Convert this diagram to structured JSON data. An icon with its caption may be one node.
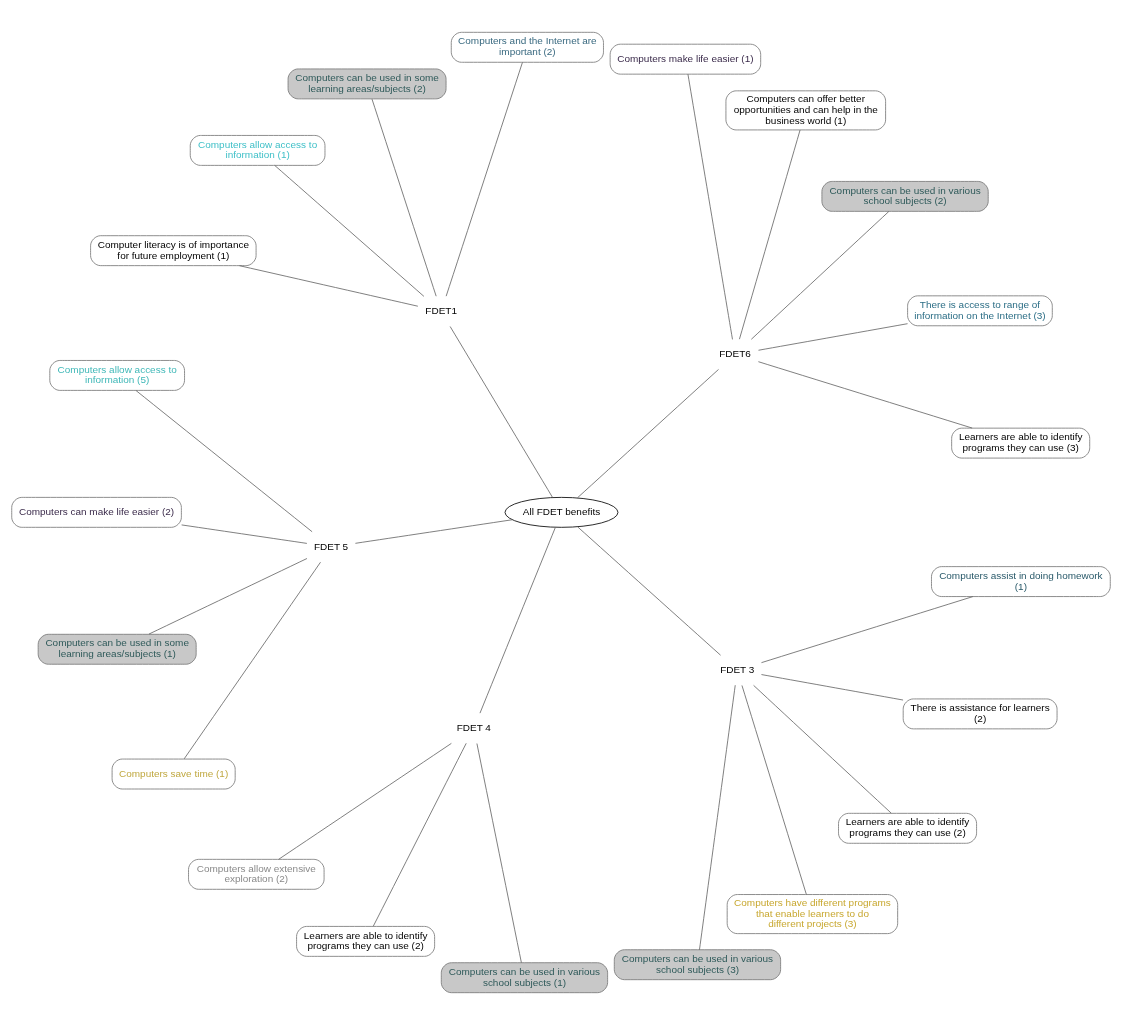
{
  "diagram": {
    "nodes": [
      {
        "text": [
          "All FDET benefits"
        ]
      },
      {
        "text": [
          "FDET6"
        ]
      },
      {
        "text": [
          "Learners are able to identify programs they can use (3)"
        ]
      },
      {
        "text": [
          "There is access to range of information on the Internet (3)"
        ]
      },
      {
        "text": [
          "Computers can be used in various school subjects (2)"
        ]
      },
      {
        "text": [
          "Computers can offer better opportunities and can help in the business world (1)"
        ]
      },
      {
        "text": [
          "Computers make life easier (1)"
        ]
      },
      {
        "text": [
          "FDET1"
        ]
      },
      {
        "text": [
          "Computers and the Internet are important (2)"
        ]
      },
      {
        "text": [
          "Computers can be used in some learning areas/subjects (2)"
        ]
      },
      {
        "text": [
          "Computers allow access to information (1)"
        ]
      },
      {
        "text": [
          "Computer literacy is of importance for future employment (1)"
        ]
      },
      {
        "text": [
          "FDET 5"
        ]
      },
      {
        "text": [
          "Computers allow access to information (5)"
        ]
      },
      {
        "text": [
          "Computers can make life easier (2)"
        ]
      },
      {
        "text": [
          "Computers can be used in some learning areas/subjects (1)"
        ]
      },
      {
        "text": [
          "Computers save time (1)"
        ]
      },
      {
        "text": [
          "FDET 4"
        ]
      },
      {
        "text": [
          "Computers allow extensive exploration (2)"
        ]
      },
      {
        "text": [
          "Learners are able to identify programs they can use (2)"
        ]
      },
      {
        "text": [
          "Computers can be used in various school subjects (1)"
        ]
      },
      {
        "text": [
          "FDET 3"
        ]
      },
      {
        "text": [
          "Computers can be used in various school subjects (3)"
        ]
      },
      {
        "text": [
          "Computers have different programs that enable learners to do different projects (3)"
        ]
      },
      {
        "text": [
          "Learners are able to identify programs they can use (2)"
        ]
      },
      {
        "text": [
          "There is assistance for learners (2)"
        ]
      },
      {
        "text": [
          "Computers assist in doing homework (1)"
        ]
      }
    ],
    "edges": [
      {
        "from": 0,
        "to": 1,
        "arrow": "none"
      },
      {
        "from": 1,
        "to": 2,
        "arrow": "none"
      },
      {
        "from": 1,
        "to": 3,
        "arrow": "none"
      },
      {
        "from": 1,
        "to": 4,
        "arrow": "none"
      },
      {
        "from": 1,
        "to": 5,
        "arrow": "none"
      },
      {
        "from": 1,
        "to": 6,
        "arrow": "none"
      },
      {
        "from": 0,
        "to": 7,
        "arrow": "none"
      },
      {
        "from": 7,
        "to": 8,
        "arrow": "none"
      },
      {
        "from": 7,
        "to": 9,
        "arrow": "none"
      },
      {
        "from": 7,
        "to": 10,
        "arrow": "none"
      },
      {
        "from": 7,
        "to": 11,
        "arrow": "none"
      },
      {
        "from": 0,
        "to": 12,
        "arrow": "none"
      },
      {
        "from": 12,
        "to": 13,
        "arrow": "none"
      },
      {
        "from": 12,
        "to": 14,
        "arrow": "none"
      },
      {
        "from": 12,
        "to": 15,
        "arrow": "none"
      },
      {
        "from": 12,
        "to": 16,
        "arrow": "none"
      },
      {
        "from": 0,
        "to": 17,
        "arrow": "none"
      },
      {
        "from": 17,
        "to": 18,
        "arrow": "none"
      },
      {
        "from": 17,
        "to": 19,
        "arrow": "none"
      },
      {
        "from": 17,
        "to": 20,
        "arrow": "none"
      },
      {
        "from": 0,
        "to": 21,
        "arrow": "none"
      },
      {
        "from": 21,
        "to": 22,
        "arrow": "none"
      },
      {
        "from": 21,
        "to": 23,
        "arrow": "none"
      },
      {
        "from": 21,
        "to": 24,
        "arrow": "none"
      },
      {
        "from": 21,
        "to": 25,
        "arrow": "none"
      },
      {
        "from": 21,
        "to": 26,
        "arrow": "none"
      }
    ]
  }
}
